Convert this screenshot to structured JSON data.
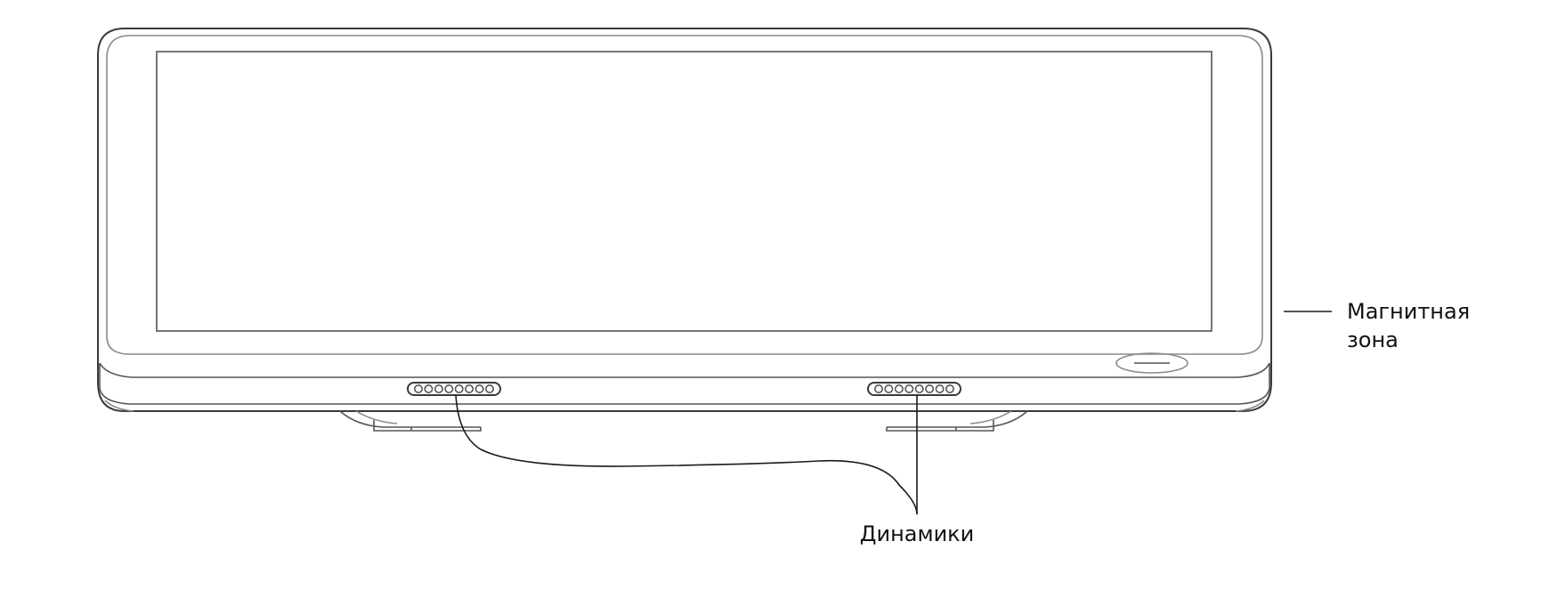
{
  "labels": {
    "magnetic_zone_line1": "Магнитная",
    "magnetic_zone_line2": "зона",
    "speakers": "Динамики"
  },
  "speaker_grille": {
    "hole_count": 8
  },
  "colors": {
    "outline": "#3a3a3a",
    "leader": "#1a1a1a",
    "text": "#111111",
    "background": "#ffffff"
  }
}
